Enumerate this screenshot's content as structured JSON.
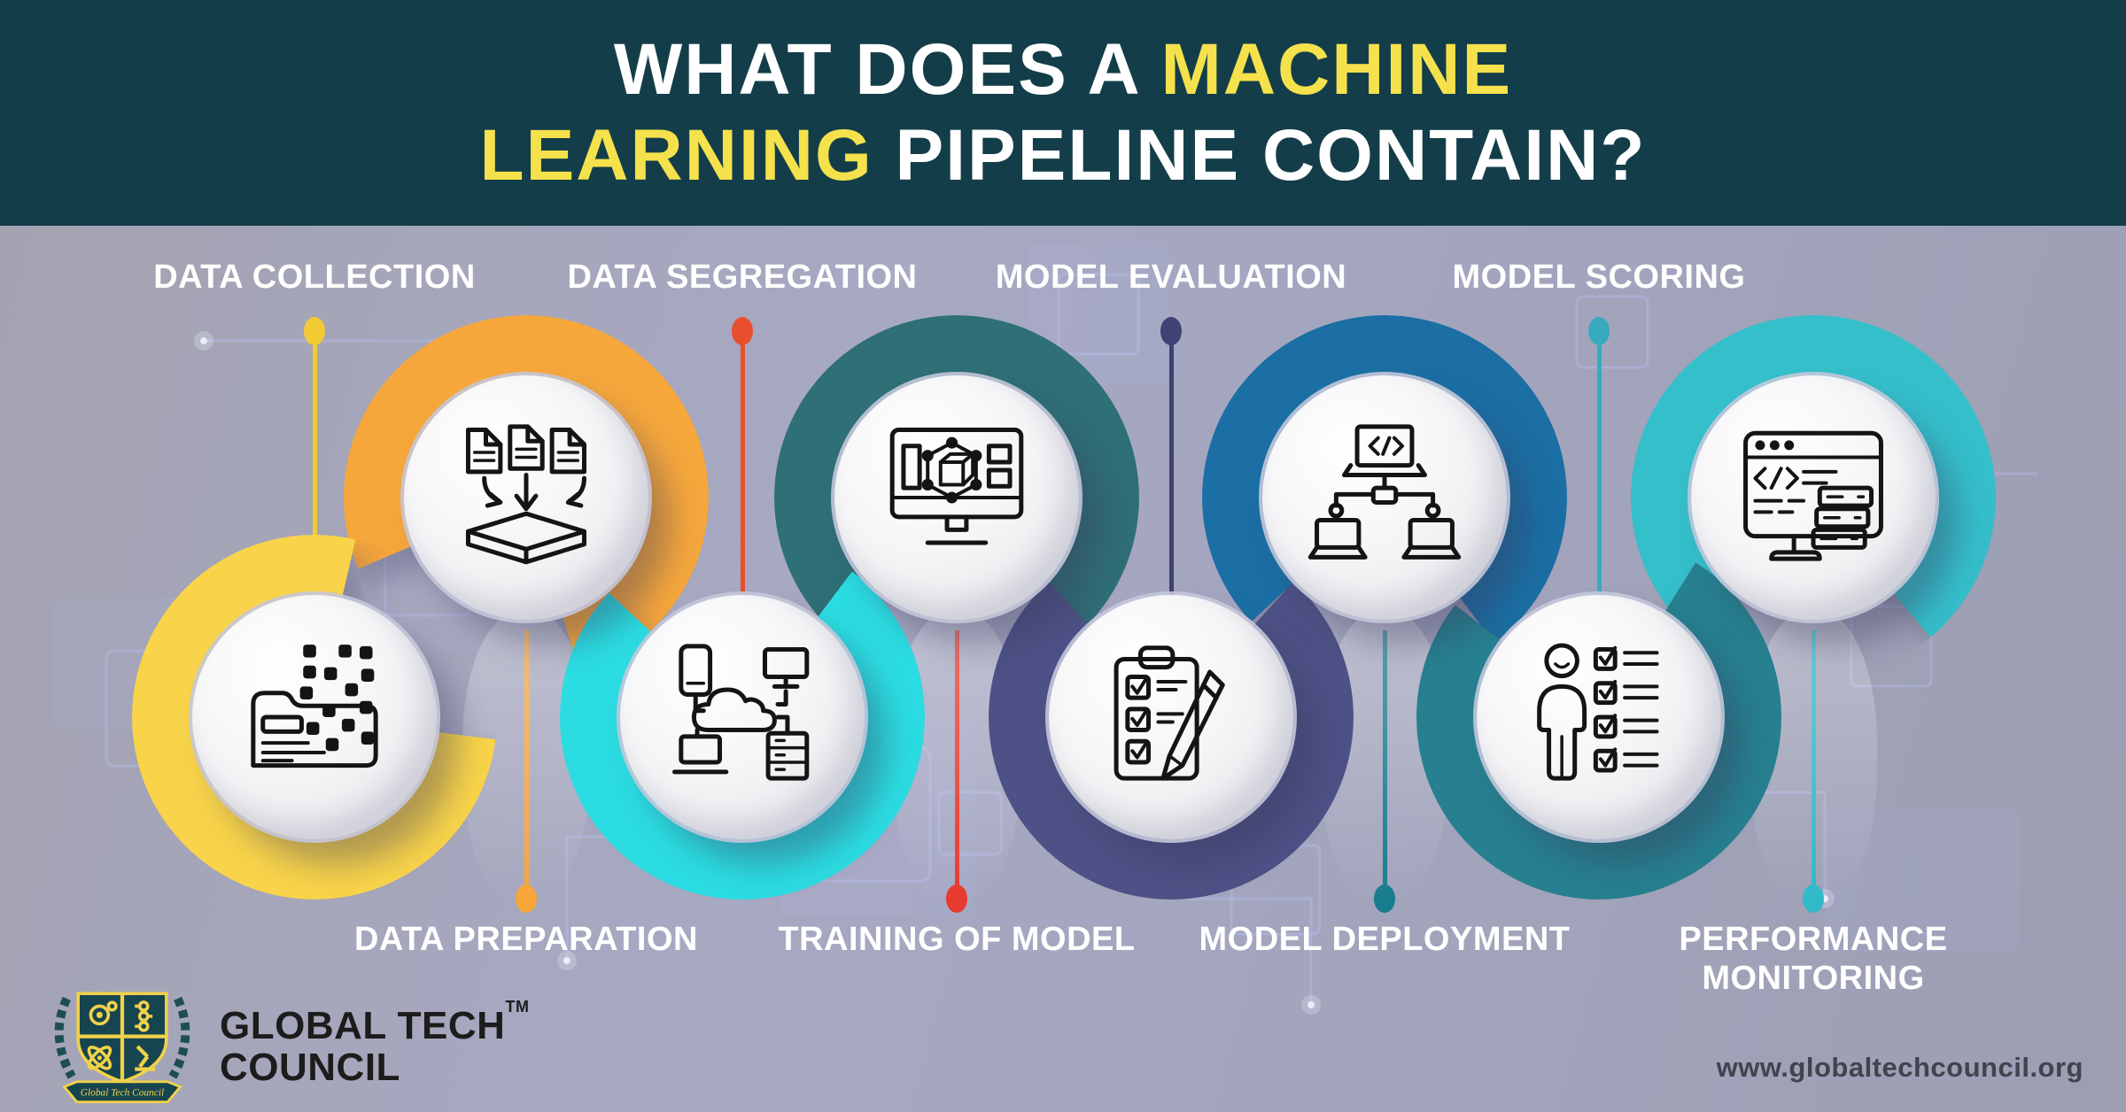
{
  "header": {
    "line1_white": "WHAT DOES A ",
    "line1_yellow": "MACHINE",
    "line2_yellow": "LEARNING",
    "line2_white": " PIPELINE CONTAIN?",
    "bg_color": "#133e49",
    "accent_color": "#f5e14c"
  },
  "pipeline": {
    "steps": [
      {
        "label": "DATA COLLECTION",
        "position": "bottom",
        "icon": "folder-data-icon",
        "ring_color": "#f9d44a",
        "dot_color": "#f2ca33",
        "gap_deg": 13
      },
      {
        "label": "DATA PREPARATION",
        "position": "top",
        "icon": "documents-merge-icon",
        "ring_color": "#f6a73c",
        "dot_color": "#f6a53a",
        "gap_deg": 163
      },
      {
        "label": "DATA SEGREGATION",
        "position": "bottom",
        "icon": "cloud-network-icon",
        "ring_color": "#2bdde2",
        "dot_color": "#e8502d",
        "gap_deg": -47
      },
      {
        "label": "TRAINING OF MODEL",
        "position": "top",
        "icon": "monitor-cube-icon",
        "ring_color": "#2f6f76",
        "dot_color": "#e83a2e",
        "gap_deg": 141
      },
      {
        "label": "MODEL EVALUATION",
        "position": "bottom",
        "icon": "checklist-pencil-icon",
        "ring_color": "#4d5185",
        "dot_color": "#3f4273",
        "gap_deg": -42
      },
      {
        "label": "MODEL DEPLOYMENT",
        "position": "top",
        "icon": "laptops-network-icon",
        "ring_color": "#1b6fa4",
        "dot_color": "#177c8e",
        "gap_deg": 143
      },
      {
        "label": "MODEL SCORING",
        "position": "bottom",
        "icon": "person-checklist-icon",
        "ring_color": "#26808f",
        "dot_color": "#38aabd",
        "gap_deg": -52
      },
      {
        "label": "PERFORMANCE MONITORING",
        "position": "top",
        "icon": "browser-servers-icon",
        "ring_color": "#35bfcb",
        "dot_color": "#2fb9c9",
        "gap_deg": 140
      }
    ]
  },
  "footer": {
    "brand_line1": "GLOBAL TECH",
    "brand_line2": "COUNCIL",
    "trademark": "TM",
    "logo_banner": "Global Tech Council",
    "website": "www.globaltechcouncil.org"
  }
}
